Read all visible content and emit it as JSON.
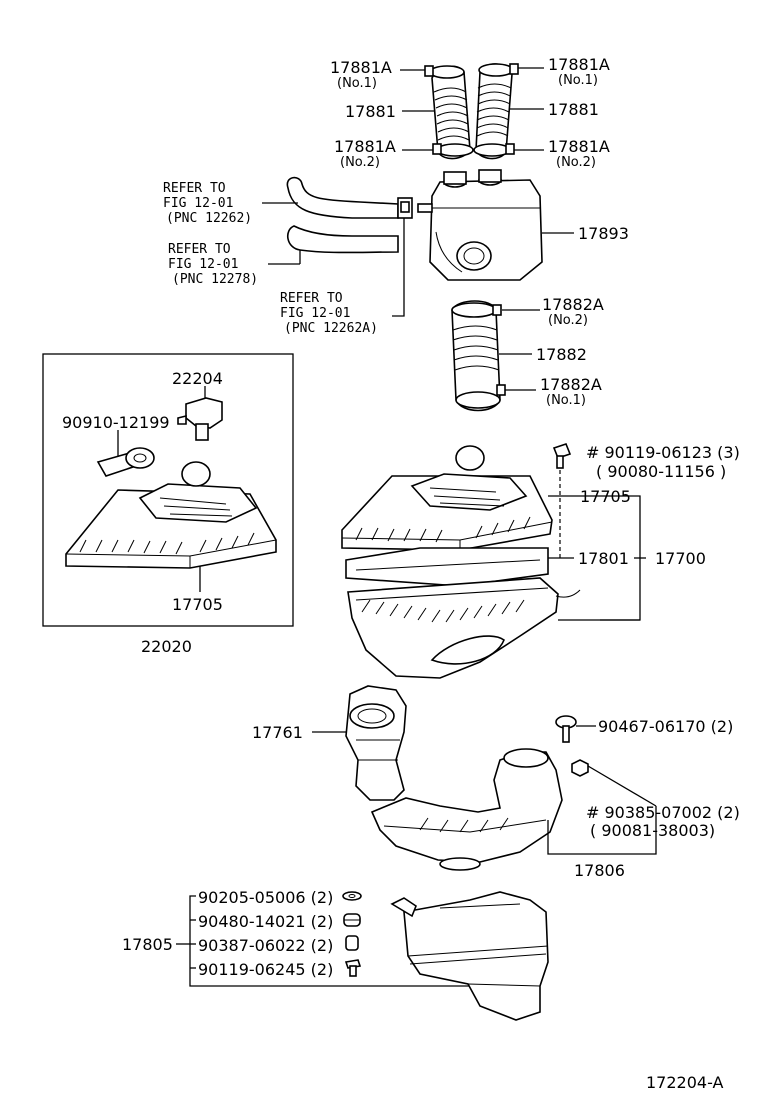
{
  "labels": {
    "clamp_no1_left": "17881A",
    "clamp_no1_left_sub": "(No.1)",
    "clamp_no1_right": "17881A",
    "clamp_no1_right_sub": "(No.1)",
    "hose_left": "17881",
    "hose_right": "17881",
    "clamp_no2_left": "17881A",
    "clamp_no2_left_sub": "(No.2)",
    "clamp_no2_right": "17881A",
    "clamp_no2_right_sub": "(No.2)",
    "ref1_line1": "REFER TO",
    "ref1_line2": "FIG 12-01",
    "ref1_line3": "(PNC 12262)",
    "ref2_line1": "REFER TO",
    "ref2_line2": "FIG 12-01",
    "ref2_line3": "(PNC 12278)",
    "ref3_line1": "REFER TO",
    "ref3_line2": "FIG 12-01",
    "ref3_line3": "(PNC 12262A)",
    "resonator": "17893",
    "clamp_882_no2": "17882A",
    "clamp_882_no2_sub": "(No.2)",
    "hose_882": "17882",
    "clamp_882_no1": "17882A",
    "clamp_882_no1_sub": "(No.1)",
    "sensor": "22204",
    "screw_inset": "90910-12199",
    "cap_inset": "17705",
    "assy_inset": "22020",
    "bolt_line1": "# 90119-06123 (3)",
    "bolt_line2": "( 90080-11156 )",
    "cap": "17705",
    "element": "17801",
    "cleaner_assy": "17700",
    "inlet": "17761",
    "screw_906": "90467-06170 (2)",
    "nut_line1": "# 90385-07002 (2)",
    "nut_line2": "( 90081-38003)",
    "duct": "17806",
    "washer": "90205-05006 (2)",
    "grommet": "90480-14021 (2)",
    "collar": "90387-06022 (2)",
    "bolt_bottom": "90119-06245 (2)",
    "res_assy": "17805",
    "figure_id": "172204-A"
  }
}
